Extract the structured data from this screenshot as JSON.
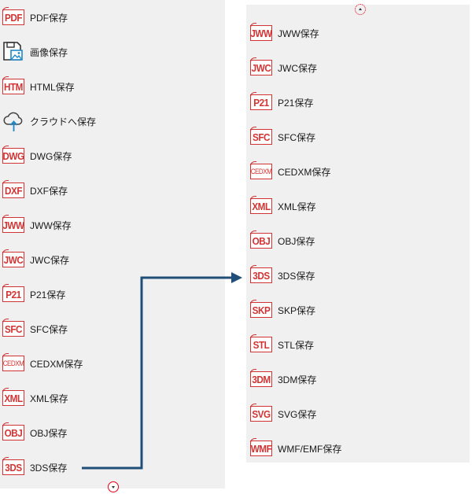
{
  "left_menu": {
    "items": [
      {
        "icon": "pdf-file-icon",
        "icon_text": "PDF",
        "label": "PDF保存"
      },
      {
        "icon": "image-save-icon",
        "icon_text": "",
        "label": "画像保存"
      },
      {
        "icon": "html-file-icon",
        "icon_text": "HTM",
        "label": "HTML保存"
      },
      {
        "icon": "cloud-upload-icon",
        "icon_text": "",
        "label": "クラウドへ保存"
      },
      {
        "icon": "dwg-file-icon",
        "icon_text": "DWG",
        "label": "DWG保存"
      },
      {
        "icon": "dxf-file-icon",
        "icon_text": "DXF",
        "label": "DXF保存"
      },
      {
        "icon": "jww-file-icon",
        "icon_text": "JWW",
        "label": "JWW保存"
      },
      {
        "icon": "jwc-file-icon",
        "icon_text": "JWC",
        "label": "JWC保存"
      },
      {
        "icon": "p21-file-icon",
        "icon_text": "P21",
        "label": "P21保存"
      },
      {
        "icon": "sfc-file-icon",
        "icon_text": "SFC",
        "label": "SFC保存"
      },
      {
        "icon": "cedxm-file-icon",
        "icon_text": "CEDXM",
        "label": "CEDXM保存"
      },
      {
        "icon": "xml-file-icon",
        "icon_text": "XML",
        "label": "XML保存"
      },
      {
        "icon": "obj-file-icon",
        "icon_text": "OBJ",
        "label": "OBJ保存"
      },
      {
        "icon": "3ds-file-icon",
        "icon_text": "3DS",
        "label": "3DS保存"
      }
    ]
  },
  "right_menu": {
    "items": [
      {
        "icon": "jww-file-icon",
        "icon_text": "JWW",
        "label": "JWW保存"
      },
      {
        "icon": "jwc-file-icon",
        "icon_text": "JWC",
        "label": "JWC保存"
      },
      {
        "icon": "p21-file-icon",
        "icon_text": "P21",
        "label": "P21保存"
      },
      {
        "icon": "sfc-file-icon",
        "icon_text": "SFC",
        "label": "SFC保存"
      },
      {
        "icon": "cedxm-file-icon",
        "icon_text": "CEDXM",
        "label": "CEDXM保存"
      },
      {
        "icon": "xml-file-icon",
        "icon_text": "XML",
        "label": "XML保存"
      },
      {
        "icon": "obj-file-icon",
        "icon_text": "OBJ",
        "label": "OBJ保存"
      },
      {
        "icon": "3ds-file-icon",
        "icon_text": "3DS",
        "label": "3DS保存"
      },
      {
        "icon": "skp-file-icon",
        "icon_text": "SKP",
        "label": "SKP保存"
      },
      {
        "icon": "stl-file-icon",
        "icon_text": "STL",
        "label": "STL保存"
      },
      {
        "icon": "3dm-file-icon",
        "icon_text": "3DM",
        "label": "3DM保存"
      },
      {
        "icon": "svg-file-icon",
        "icon_text": "SVG",
        "label": "SVG保存"
      },
      {
        "icon": "wmf-file-icon",
        "icon_text": "WMF",
        "label": "WMF/EMF保存"
      }
    ]
  },
  "scroll": {
    "down_icon": "scroll-down-icon",
    "up_icon": "scroll-up-icon"
  },
  "colors": {
    "icon_red": "#d23434",
    "connector": "#1f4e79",
    "highlight": "#e0001a",
    "panel_bg": "#f0f0f0"
  }
}
